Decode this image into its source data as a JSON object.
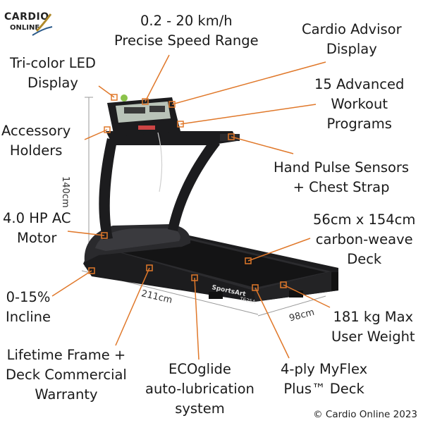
{
  "logo": {
    "line1": "CARDIO",
    "line2": "ONLINE"
  },
  "callouts": {
    "speed": [
      "0.2 - 20 km/h",
      "Precise Speed Range"
    ],
    "advisor": [
      "Cardio Advisor",
      "Display"
    ],
    "led": [
      "Tri-color LED",
      "Display"
    ],
    "workout": [
      "15 Advanced",
      "Workout",
      "Programs"
    ],
    "accessory": [
      "Accessory",
      "Holders"
    ],
    "pulse": [
      "Hand Pulse Sensors",
      "+ Chest Strap"
    ],
    "motor": [
      "4.0 HP AC",
      "Motor"
    ],
    "deck": [
      "56cm x 154cm",
      "carbon-weave",
      "Deck"
    ],
    "incline": [
      "0-15%",
      "Incline"
    ],
    "weight": [
      "181 kg Max",
      "User Weight"
    ],
    "warranty": [
      "Lifetime Frame +",
      "Deck Commercial",
      "Warranty"
    ],
    "ecoglide": [
      "ECOglide",
      "auto-lubrication",
      "system"
    ],
    "myflex": [
      "4-ply MyFlex",
      "Plus™ Deck"
    ]
  },
  "dimensions": {
    "height": "140cm",
    "length": "211cm",
    "width": "98cm"
  },
  "product": {
    "brand": "SportsArt",
    "model": "T625A"
  },
  "copyright": "© Cardio Online 2023",
  "colors": {
    "leader": "#e0782a",
    "frame": "#1c1c1e",
    "console_screen": "#b9c3b8",
    "accent_green": "#8bc34a"
  }
}
